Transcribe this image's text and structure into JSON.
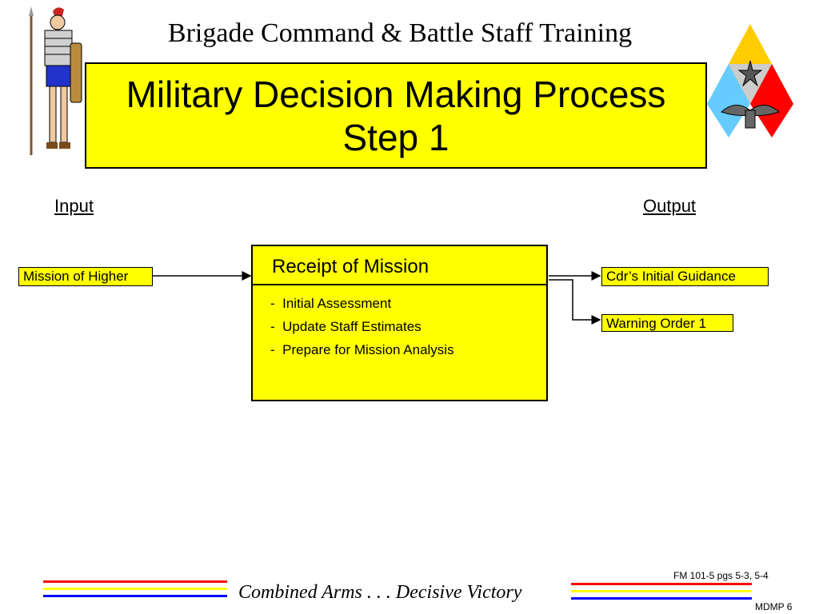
{
  "header": {
    "title": "Brigade Command & Battle Staff Training"
  },
  "slide_title": {
    "line1": "Military Decision Making Process",
    "line2": "Step 1"
  },
  "columns": {
    "input_label": "Input",
    "output_label": "Output"
  },
  "input_box": {
    "label": "Mission of Higher"
  },
  "process": {
    "title": "Receipt of Mission",
    "items": [
      "Initial Assessment",
      "Update Staff Estimates",
      "Prepare for Mission Analysis"
    ]
  },
  "outputs": [
    {
      "label": "Cdr’s Initial Guidance"
    },
    {
      "label": "Warning Order 1"
    }
  ],
  "footer": {
    "motto": "Combined Arms . . . Decisive Victory",
    "reference": "FM 101-5 pgs 5-3, 5-4",
    "page_label": "MDMP 6"
  },
  "colors": {
    "box_fill": "#ffff00",
    "stripe_red": "#ff0000",
    "stripe_yellow": "#ffff00",
    "stripe_blue": "#0000ff",
    "insignia_yellow": "#ffcc00",
    "insignia_blue": "#66ccff",
    "insignia_red": "#ff0000"
  },
  "icons": {
    "left": "roman-soldier-icon",
    "right": "armor-insignia-icon"
  }
}
